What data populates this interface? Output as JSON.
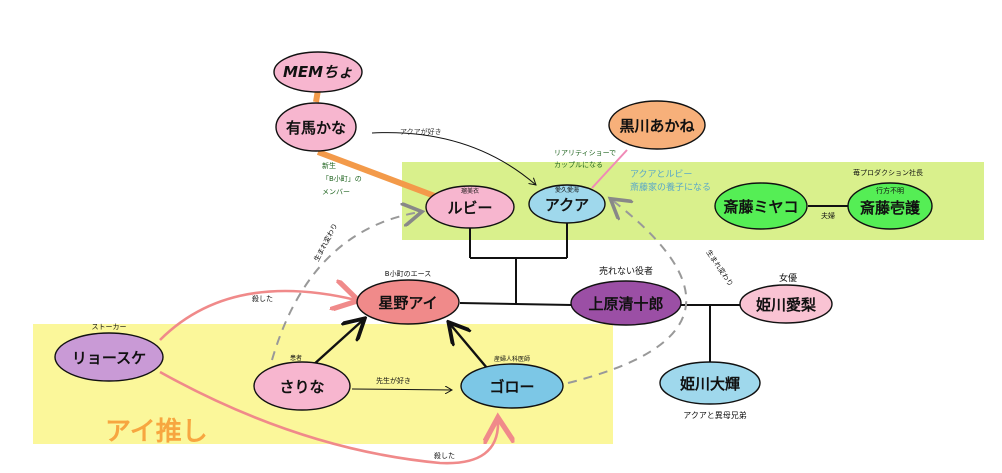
{
  "colors": {
    "green_zone": "#d9f08c",
    "yellow_zone": "#fbf79a",
    "pink": "#f7b6cf",
    "light_blue": "#9fd8ec",
    "red_pink": "#f08a8a",
    "purple": "#9b4fa5",
    "lavender": "#c99ad6",
    "orange": "#f7b07a",
    "green": "#55ee55",
    "light_pink": "#f9c3d3",
    "blue": "#7cc7e6"
  },
  "zones": {
    "ai_oshi_label": "アイ推し"
  },
  "nodes": {
    "mem": {
      "label": "MEMちょ"
    },
    "arima": {
      "label": "有馬かな"
    },
    "kurokawa": {
      "label": "黒川あかね"
    },
    "ruby": {
      "label": "ルビー",
      "caption": "瑠美衣"
    },
    "aqua": {
      "label": "アクア",
      "caption": "愛久愛海"
    },
    "miyako": {
      "label": "斎藤ミヤコ"
    },
    "ichigo": {
      "label": "斎藤壱護",
      "caption": "行方不明"
    },
    "ai": {
      "label": "星野アイ"
    },
    "kamiki": {
      "label": "上原清十郎"
    },
    "himekawa_airi": {
      "label": "姫川愛梨"
    },
    "ryosuke": {
      "label": "リョースケ"
    },
    "sarina": {
      "label": "さりな",
      "caption": "患者"
    },
    "goro": {
      "label": "ゴロー"
    },
    "taiki": {
      "label": "姫川大輝"
    }
  },
  "annotations": {
    "aqua_like": "アクアが好き",
    "b_komachi": [
      "新生",
      "「B小町」の",
      "メンバー"
    ],
    "reality_show": [
      "リアリティショーで",
      "カップルになる"
    ],
    "adopted": [
      "アクアとルビー",
      "斎藤家の養子になる"
    ],
    "ichigo_title": "苺プロダクション社長",
    "married": "夫婦",
    "reborn_left": "生まれ変わり",
    "reborn_right": "生まれ変わり",
    "ai_title": "B小町のエース",
    "unknown_actor": "売れない役者",
    "actress": "女優",
    "stalker": "ストーカー",
    "killed_top": "殺した",
    "killed_bottom": "殺した",
    "sensei_like": "先生が好き",
    "goro_title": "産婦人科医師",
    "half_brother": "アクアと異母兄弟"
  }
}
